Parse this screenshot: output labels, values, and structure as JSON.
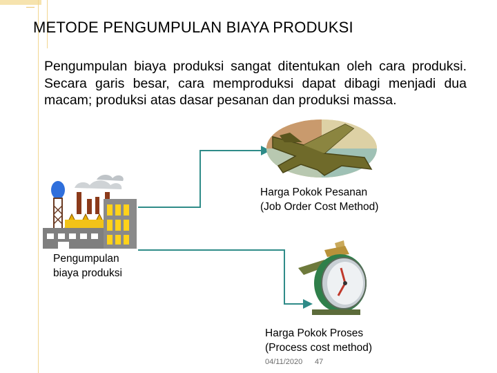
{
  "slide": {
    "title": "METODE PENGUMPULAN BIAYA PRODUKSI",
    "paragraph": "Pengumpulan biaya produksi sangat ditentukan oleh cara produksi. Secara garis besar, cara memproduksi dapat dibagi menjadi dua macam; produksi atas dasar pesanan dan produksi massa.",
    "source_label_line1": "Pengumpulan",
    "source_label_line2": "biaya produksi",
    "job_order_line1": "Harga Pokok Pesanan",
    "job_order_line2": "(Job Order Cost Method)",
    "process_line1": "Harga Pokok Proses",
    "process_line2": "(Process cost method)",
    "date": "04/11/2020",
    "page_number": "47"
  },
  "icons": [
    "factory-icon",
    "airplane-icon",
    "alarm-clock-icon",
    "arrow-icon"
  ],
  "colors": {
    "arrow": "#2e8b88",
    "accent": "#f2d690"
  }
}
